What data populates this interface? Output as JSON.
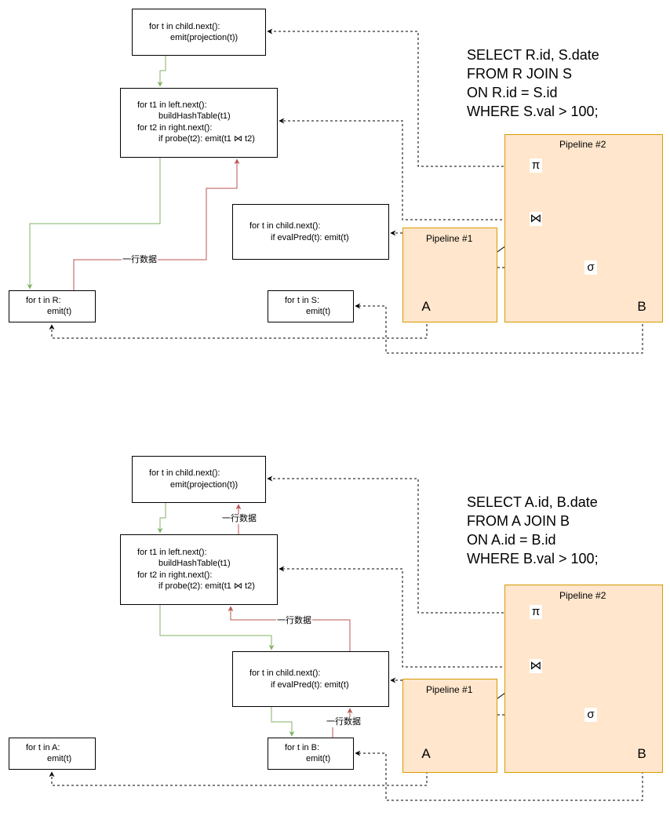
{
  "top": {
    "sql": [
      "SELECT R.id, S.date",
      "FROM R JOIN S",
      "ON R.id = S.id",
      "WHERE S.val > 100;"
    ],
    "projection_box": [
      "for t in child.next():",
      "emit(projection(t))"
    ],
    "join_box": [
      "for t1 in left.next():",
      "buildHashTable(t1)",
      "for t2 in right.next():",
      "if probe(t2): emit(t1 ⋈ t2)"
    ],
    "filter_box": [
      "for t in child.next():",
      "if evalPred(t): emit(t)"
    ],
    "scan_left_box": [
      "for t in R:",
      "emit(t)"
    ],
    "scan_right_box": [
      "for t in S:",
      "emit(t)"
    ],
    "pipeline1_label": "Pipeline #1",
    "pipeline2_label": "Pipeline #2",
    "leaf_left": "A",
    "leaf_right": "B",
    "op_project": "π",
    "op_join": "⋈",
    "op_select": "σ",
    "row_labels": [
      "一行数据"
    ]
  },
  "bottom": {
    "sql": [
      "SELECT A.id, B.date",
      "FROM A JOIN B",
      "ON A.id = B.id",
      "WHERE B.val > 100;"
    ],
    "projection_box": [
      "for t in child.next():",
      "emit(projection(t))"
    ],
    "join_box": [
      "for t1 in left.next():",
      "buildHashTable(t1)",
      "for t2 in right.next():",
      "if probe(t2): emit(t1 ⋈ t2)"
    ],
    "filter_box": [
      "for t in child.next():",
      "if evalPred(t): emit(t)"
    ],
    "scan_left_box": [
      "for t in A:",
      "emit(t)"
    ],
    "scan_right_box": [
      "for t in B:",
      "emit(t)"
    ],
    "pipeline1_label": "Pipeline #1",
    "pipeline2_label": "Pipeline #2",
    "leaf_left": "A",
    "leaf_right": "B",
    "op_project": "π",
    "op_join": "⋈",
    "op_select": "σ",
    "row_labels": [
      "一行数据",
      "一行数据",
      "一行数据"
    ]
  },
  "colors": {
    "pull": "#82b366",
    "push": "#b85450",
    "pipeline_fill": "#ffe6cc",
    "pipeline_stroke": "#d79b00"
  }
}
